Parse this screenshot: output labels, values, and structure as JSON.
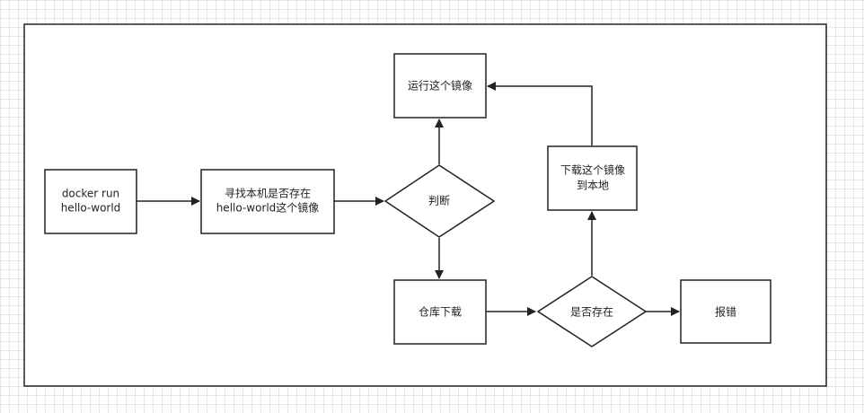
{
  "diagram": {
    "nodes": {
      "start": {
        "line1": "docker run",
        "line2": "hello-world"
      },
      "search": {
        "line1": "寻找本机是否存在",
        "line2": "hello-world这个镜像"
      },
      "decision": {
        "label": "判断"
      },
      "run": {
        "label": "运行这个镜像"
      },
      "repo": {
        "label": "仓库下载"
      },
      "exists": {
        "label": "是否存在"
      },
      "download": {
        "line1": "下载这个镜像",
        "line2": "到本地"
      },
      "error": {
        "label": "报错"
      }
    }
  }
}
